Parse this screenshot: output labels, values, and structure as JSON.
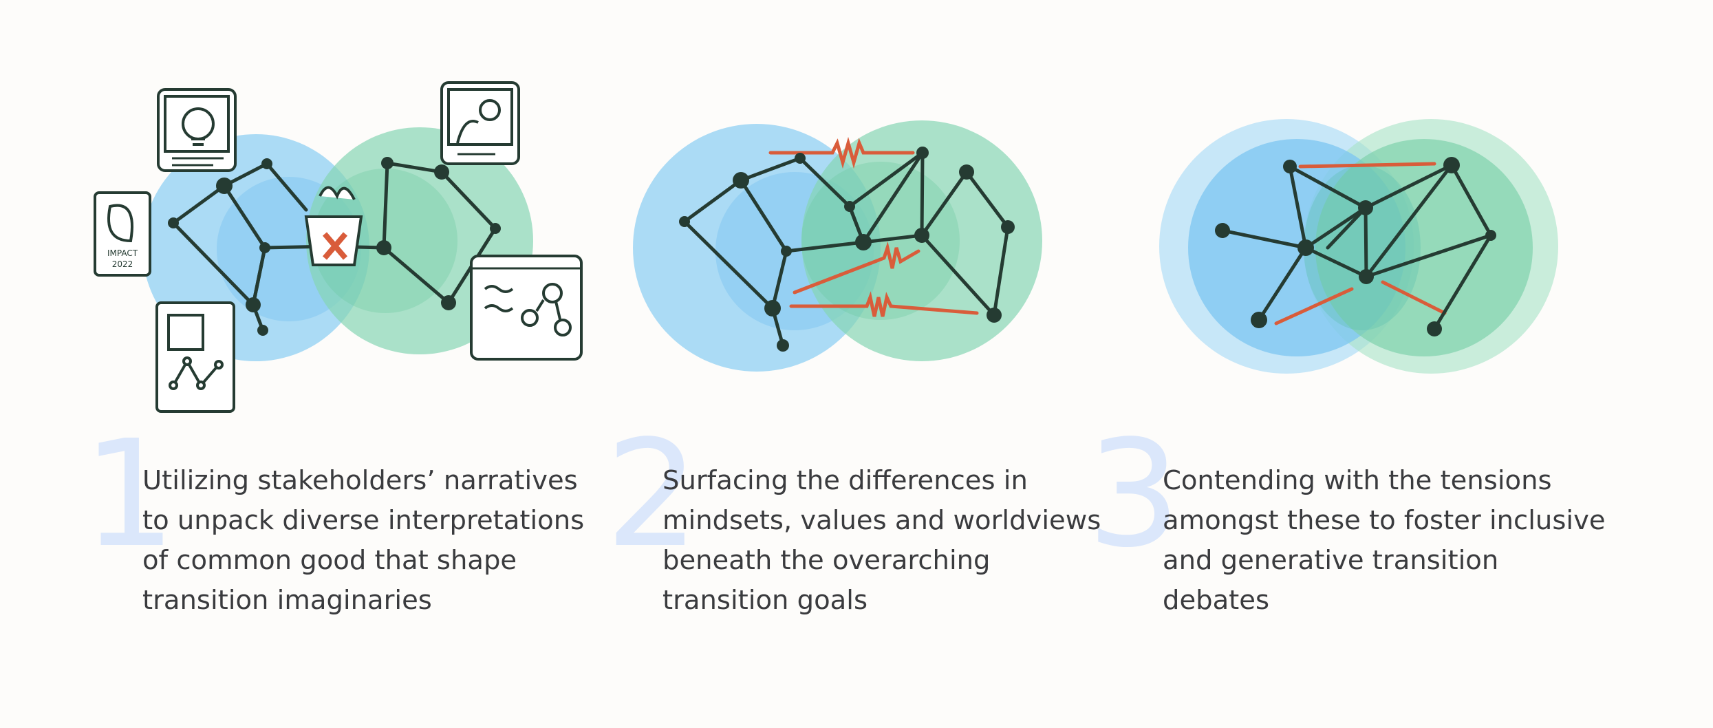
{
  "steps": [
    {
      "number": "1",
      "lines": [
        "Utilizing stakeholders’ narratives",
        "to unpack diverse interpretations",
        "of common good that shape",
        "transition imaginaries"
      ],
      "badge_text": [
        "IMPACT",
        "2022"
      ]
    },
    {
      "number": "2",
      "lines": [
        "Surfacing the differences in",
        "mindsets, values and worldviews",
        "beneath the overarching",
        "transition goals"
      ]
    },
    {
      "number": "3",
      "lines": [
        "Contending with the tensions",
        "amongst these to foster inclusive",
        "and generative transition",
        "debates"
      ]
    }
  ],
  "colors": {
    "blue_circle": "#8fd0f3",
    "green_circle": "#86d6b4",
    "network_line": "#253b32",
    "tension_line": "#d95c3a",
    "number_color": "#dbe7fb",
    "text_color": "#3a3b3e"
  }
}
